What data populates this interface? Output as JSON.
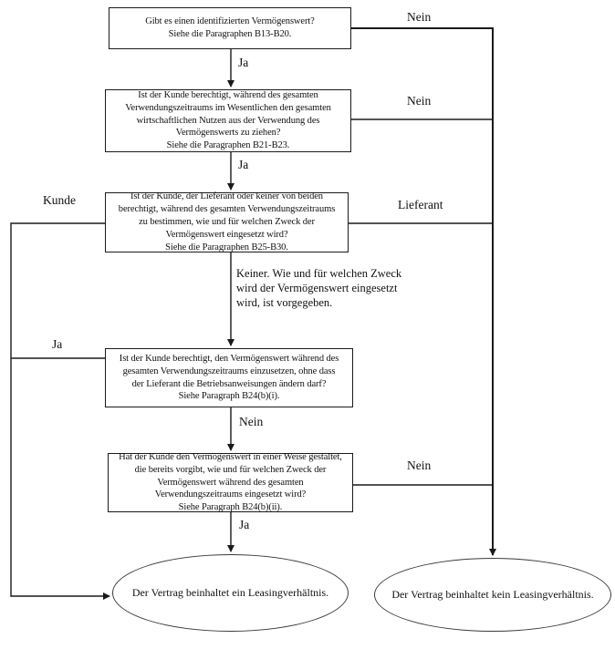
{
  "colors": {
    "line": "#1a1a1a",
    "background": "#ffffff",
    "text": "#111111"
  },
  "nodes": {
    "q1": {
      "text": "Gibt es einen identifizierten Vermögenswert?\nSiehe die Paragraphen B13-B20."
    },
    "q2": {
      "text": "Ist der Kunde berechtigt, während des gesamten\nVerwendungszeitraums im Wesentlichen den gesamten\nwirtschaftlichen Nutzen aus der Verwendung des\nVermögenswerts zu ziehen?\nSiehe die Paragraphen B21-B23."
    },
    "q3": {
      "text": "Ist der Kunde, der Lieferant oder keiner von beiden\nberechtigt, während des gesamten Verwendungszeitraums\nzu bestimmen, wie und für welchen Zweck der\nVermögenswert eingesetzt wird?\nSiehe die Paragraphen B25-B30."
    },
    "q4": {
      "text": "Ist der Kunde berechtigt, den Vermögenswert während des\ngesamten Verwendungszeitraums einzusetzen, ohne dass\nder Lieferant die Betriebsanweisungen ändern darf?\nSiehe Paragraph B24(b)(i)."
    },
    "q5": {
      "text": "Hat der Kunde den Vermögenswert in einer Weise gestaltet,\ndie bereits vorgibt, wie und für welchen Zweck der\nVermögenswert während des gesamten\nVerwendungszeitraums eingesetzt wird?\nSiehe Paragraph B24(b)(ii)."
    },
    "result_lease": {
      "text": "Der Vertrag beinhaltet ein Leasingverhältnis."
    },
    "result_no_lease": {
      "text": "Der Vertrag beinhaltet kein Leasingverhältnis."
    }
  },
  "edge_labels": {
    "q1_yes": "Ja",
    "q1_no": "Nein",
    "q2_yes": "Ja",
    "q2_no": "Nein",
    "q3_customer": "Kunde",
    "q3_supplier": "Lieferant",
    "q3_neither": "Keiner. Wie und für welchen Zweck\nwird der Vermögenswert eingesetzt\nwird, ist vorgegeben.",
    "q4_yes": "Ja",
    "q4_no": "Nein",
    "q5_yes": "Ja",
    "q5_no": "Nein"
  }
}
